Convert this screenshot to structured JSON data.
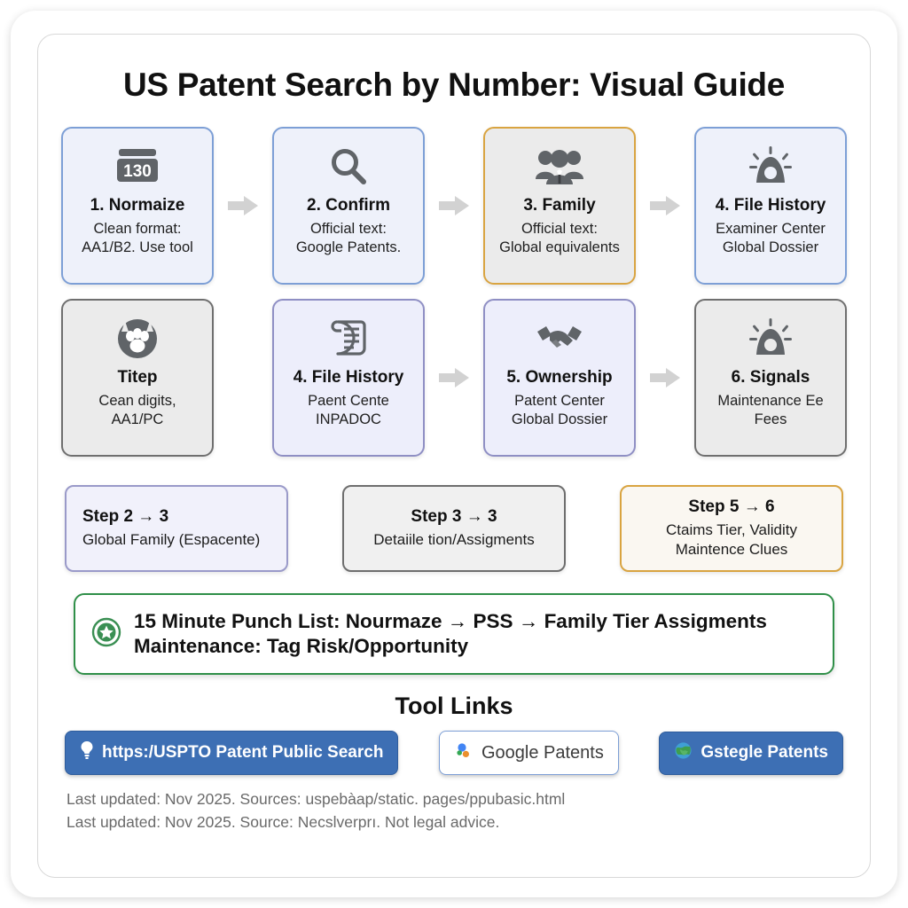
{
  "page": {
    "title": "US Patent Search by Number: Visual Guide"
  },
  "flow": {
    "row1": [
      {
        "icon": "browser-counter-icon",
        "icon_text": "130",
        "title": "1. Normaize",
        "line1": "Clean format:",
        "line2": "AA1/B2. Use tool",
        "style": "blue"
      },
      {
        "icon": "search-icon",
        "title": "2. Confirm",
        "line1": "Official text:",
        "line2": "Google Patents.",
        "style": "blue"
      },
      {
        "icon": "people-group-icon",
        "title": "3. Family",
        "line1": "Official text:",
        "line2": "Global equivalents",
        "style": "amber"
      },
      {
        "icon": "alarm-light-icon",
        "title": "4. File History",
        "line1": "Examiner Center",
        "line2": "Global Dossier",
        "style": "blue"
      }
    ],
    "row2": [
      {
        "icon": "paw-print-icon",
        "title": "Titep",
        "line1": "Cean digits,",
        "line2": "AA1/PC",
        "style": "gray"
      },
      {
        "icon": "scroll-document-icon",
        "title": "4. File History",
        "line1": "Paent Cente",
        "line2": "INPADOC",
        "style": "purple"
      },
      {
        "icon": "handshake-icon",
        "title": "5. Ownership",
        "line1": "Patent Center",
        "line2": "Global Dossier",
        "style": "purple"
      },
      {
        "icon": "alarm-light-icon",
        "title": "6. Signals",
        "line1": "Maintenance Ee",
        "line2": "Fees",
        "style": "gray"
      }
    ],
    "arrow_icon": "arrow-right-icon"
  },
  "steps": [
    {
      "title": "Step 2 → 3",
      "line1": "Global Family (Espacente)",
      "line2": "",
      "style": "purple"
    },
    {
      "title": "Step 3 → 3",
      "line1": "Detaiile tion/Assigments",
      "line2": "",
      "style": "gray"
    },
    {
      "title": "Step 5 → 6",
      "line1": "Ctaims Tier, Validity",
      "line2": "Maintence Clues",
      "style": "amber"
    }
  ],
  "banner": {
    "icon": "badge-star-icon",
    "line1": "15 Minute Punch List: Nourmaze → PSS → Family Tier Assigments",
    "line2": "Maintenance: Tag Risk/Opportunity",
    "border_color": "#2f8f48"
  },
  "tool_links": {
    "heading": "Tool Links",
    "buttons": [
      {
        "icon": "lightbulb-icon",
        "label": "https:/USPTO Patent Public Search",
        "style": "primary"
      },
      {
        "icon": "google-g-icon",
        "label": "Google Patents",
        "style": "outline"
      },
      {
        "icon": "globe-icon",
        "label": "Gstegle Patents",
        "style": "primary2"
      }
    ]
  },
  "footer": {
    "line1": "Last updated: Nov 2025. Sources: uspebàap/static. pages/ppubasic.html",
    "line2": "Last updated: Nov 2025. Source: Necslverprı. Not legal advice."
  }
}
